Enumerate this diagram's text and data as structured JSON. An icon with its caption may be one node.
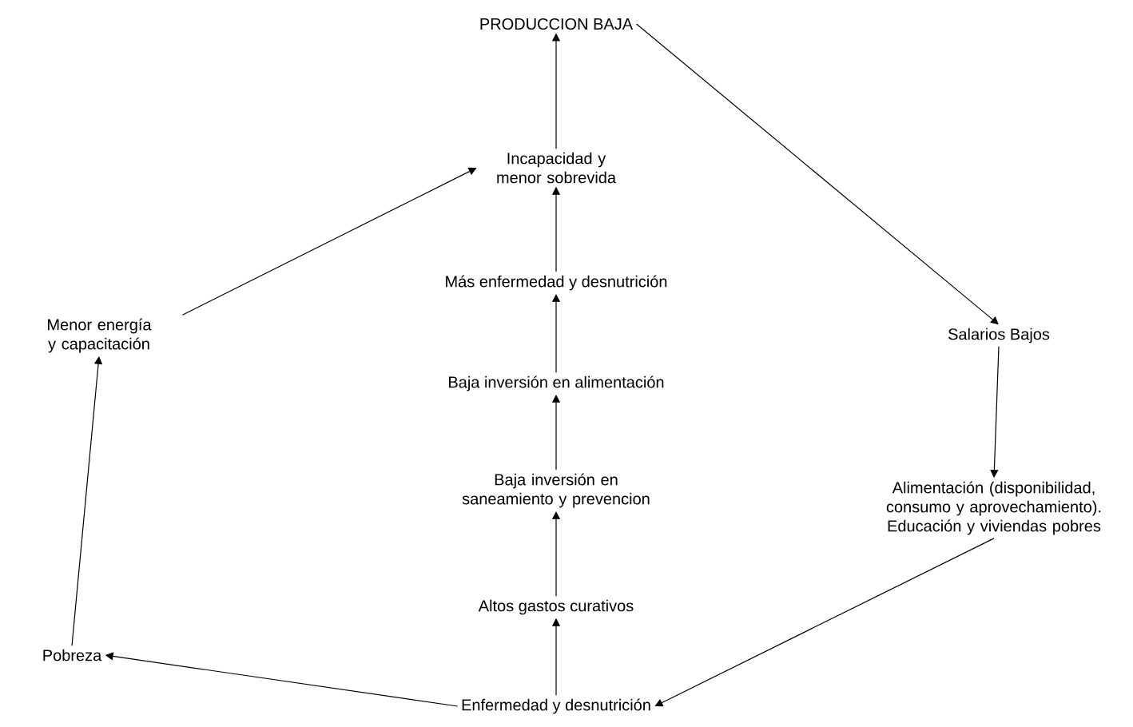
{
  "diagram": {
    "nodes": [
      {
        "text": [
          "PRODUCCION BAJA"
        ]
      },
      {
        "text": [
          "Incapacidad y menor sobrevida"
        ]
      },
      {
        "text": [
          "Más enfermedad y desnutrición"
        ]
      },
      {
        "text": [
          "Baja inversión en alimentación"
        ]
      },
      {
        "text": [
          "Baja inversión en saneamiento y prevencion"
        ]
      },
      {
        "text": [
          "Altos gastos curativos"
        ]
      },
      {
        "text": [
          "Enfermedad y desnutrición"
        ]
      },
      {
        "text": [
          "Pobreza"
        ]
      },
      {
        "text": [
          "Menor energía y capacitación"
        ]
      },
      {
        "text": [
          "Salarios Bajos"
        ]
      },
      {
        "text": [
          "Alimentación (disponibilidad, consumo y aprovechamiento). Educación y viviendas pobres"
        ]
      }
    ],
    "edges": [
      {
        "from": 1,
        "to": 0,
        "arrow": "to"
      },
      {
        "from": 2,
        "to": 1,
        "arrow": "to"
      },
      {
        "from": 3,
        "to": 2,
        "arrow": "to"
      },
      {
        "from": 4,
        "to": 3,
        "arrow": "to"
      },
      {
        "from": 5,
        "to": 4,
        "arrow": "to"
      },
      {
        "from": 6,
        "to": 5,
        "arrow": "to"
      },
      {
        "from": 6,
        "to": 7,
        "arrow": "to"
      },
      {
        "from": 7,
        "to": 8,
        "arrow": "to"
      },
      {
        "from": 8,
        "to": 1,
        "arrow": "to"
      },
      {
        "from": 0,
        "to": 9,
        "arrow": "to"
      },
      {
        "from": 9,
        "to": 10,
        "arrow": "to"
      },
      {
        "from": 10,
        "to": 6,
        "arrow": "to"
      }
    ]
  }
}
